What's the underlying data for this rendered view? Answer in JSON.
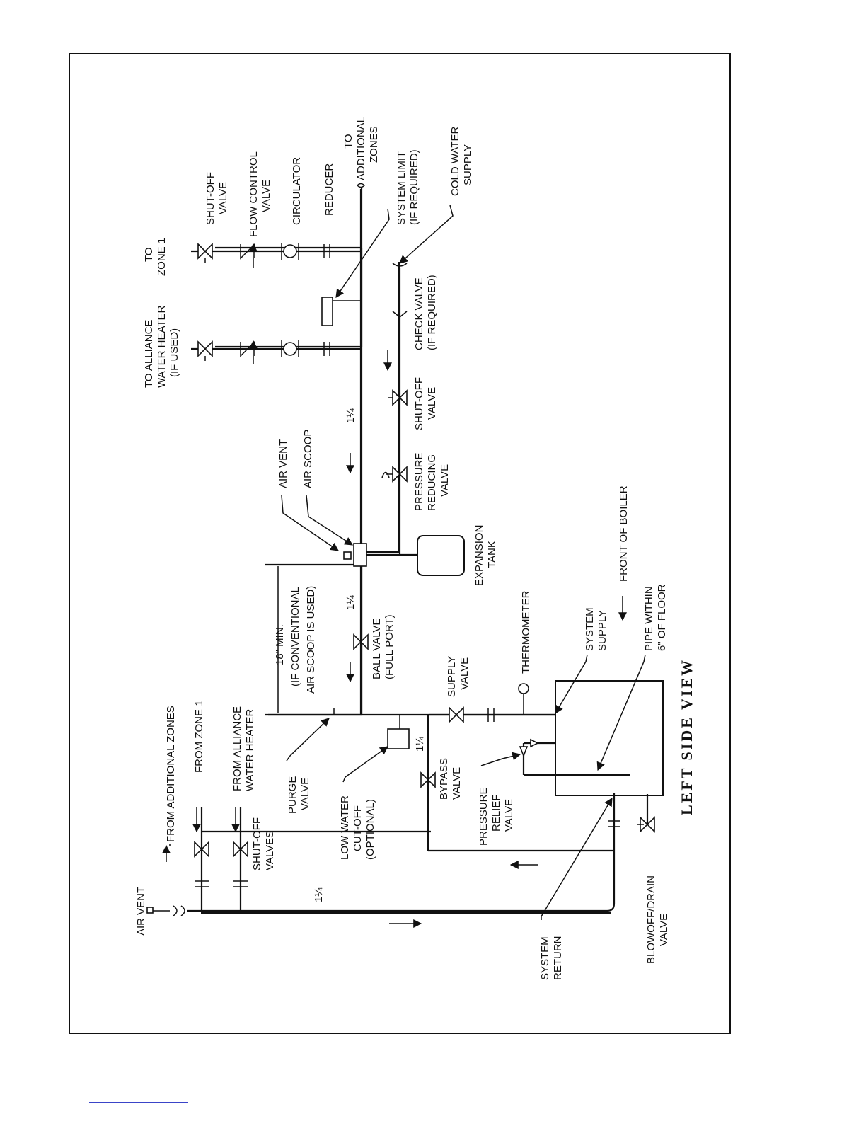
{
  "title": "LEFT SIDE VIEW",
  "labels": {
    "to_additional_zones": [
      "TO",
      "ADDITIONAL",
      "ZONES"
    ],
    "system_limit": [
      "SYSTEM LIMIT",
      "(IF REQUIRED)"
    ],
    "cold_water_supply": [
      "COLD WATER",
      "SUPPLY"
    ],
    "shutoff_valve_top": [
      "SHUT-OFF",
      "VALVE"
    ],
    "flow_control_valve": [
      "FLOW CONTROL",
      "VALVE"
    ],
    "circulator": [
      "CIRCULATOR"
    ],
    "reducer": [
      "REDUCER"
    ],
    "to_zone_1": [
      "TO",
      "ZONE 1"
    ],
    "to_alliance": [
      "TO ALLIANCE",
      "WATER HEATER",
      "(IF USED)"
    ],
    "check_valve": [
      "CHECK VALVE",
      "(IF REQUIRED)"
    ],
    "shutoff_valve_cold": [
      "SHUT-OFF",
      "VALVE"
    ],
    "pressure_reducing_valve": [
      "PRESSURE",
      "REDUCING",
      "VALVE"
    ],
    "air_vent_top": [
      "AIR VENT"
    ],
    "air_scoop": [
      "AIR SCOOP"
    ],
    "expansion_tank": [
      "EXPANSION",
      "TANK"
    ],
    "front_of_boiler": [
      "FRONT OF BOILER"
    ],
    "min_18": [
      "18\" MIN.",
      "(IF CONVENTIONAL",
      "AIR SCOOP IS USED)"
    ],
    "ball_valve": [
      "BALL VALVE",
      "(FULL PORT)"
    ],
    "thermometer": [
      "THERMOMETER"
    ],
    "system_supply": [
      "SYSTEM",
      "SUPPLY"
    ],
    "pipe_within": [
      "PIPE WITHIN",
      "6\" OF FLOOR"
    ],
    "supply_valve": [
      "SUPPLY",
      "VALVE"
    ],
    "from_additional_zones": [
      "FROM ADDITIONAL ZONES"
    ],
    "from_zone_1": [
      "FROM ZONE 1"
    ],
    "from_alliance": [
      "FROM ALLIANCE",
      "WATER HEATER"
    ],
    "purge_valve": [
      "PURGE",
      "VALVE"
    ],
    "low_water_cutoff": [
      "LOW WATER",
      "CUT-OFF",
      "(OPTIONAL)"
    ],
    "bypass_valve": [
      "BYPASS",
      "VALVE"
    ],
    "pressure_relief_valve": [
      "PRESSURE",
      "RELIEF",
      "VALVE"
    ],
    "shutoff_valves": [
      "SHUT-OFF",
      "VALVES"
    ],
    "air_vent_left": [
      "AIR VENT"
    ],
    "system_return": [
      "SYSTEM",
      "RETURN"
    ],
    "blowoff_drain": [
      "BLOWOFF/DRAIN",
      "VALVE"
    ],
    "size_1": "1¼",
    "size_2": "1¼",
    "size_3": "1¼",
    "size_4": "1¼"
  },
  "icons": [
    "valve-icon",
    "check-valve-icon",
    "circulator-icon",
    "air-vent-icon",
    "flow-arrow-icon",
    "expansion-tank-icon",
    "thermometer-icon"
  ],
  "colors": {
    "ink": "#111111",
    "footer_rule": "#3a44c8"
  }
}
